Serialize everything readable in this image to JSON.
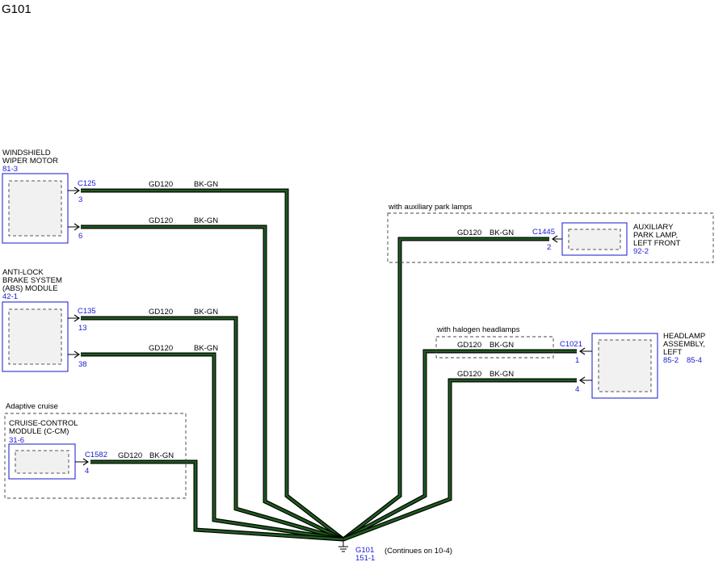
{
  "title": "G101",
  "wire": {
    "circuit": "GD120",
    "color": "BK-GN"
  },
  "components": {
    "wiper": {
      "name_line1": "WINDSHIELD",
      "name_line2": "WIPER MOTOR",
      "ref": "81-3",
      "connector": "C125",
      "pin_a": "3",
      "pin_b": "6"
    },
    "abs": {
      "name_line1": "ANTI-LOCK",
      "name_line2": "BRAKE SYSTEM",
      "name_line3": "(ABS) MODULE",
      "ref": "42-1",
      "connector": "C135",
      "pin_a": "13",
      "pin_b": "38"
    },
    "ccm": {
      "group_label": "Adaptive cruise",
      "name_line1": "CRUISE-CONTROL",
      "name_line2": "MODULE (C-CM)",
      "ref": "31-6",
      "connector": "C1582",
      "pin": "4"
    },
    "aux": {
      "group_label": "with auxiliary park lamps",
      "name_line1": "AUXILIARY",
      "name_line2": "PARK LAMP,",
      "name_line3": "LEFT FRONT",
      "ref": "92-2",
      "connector": "C1445",
      "pin": "2"
    },
    "headlamp": {
      "group_label": "with halogen headlamps",
      "name_line1": "HEADLAMP",
      "name_line2": "ASSEMBLY,",
      "name_line3": "LEFT",
      "ref_a": "85-2",
      "ref_b": "85-4",
      "connector": "C1021",
      "pin_a": "1",
      "pin_b": "4"
    }
  },
  "ground": {
    "name": "G101",
    "ref": "151-1",
    "note": "(Continues on 10-4)"
  }
}
